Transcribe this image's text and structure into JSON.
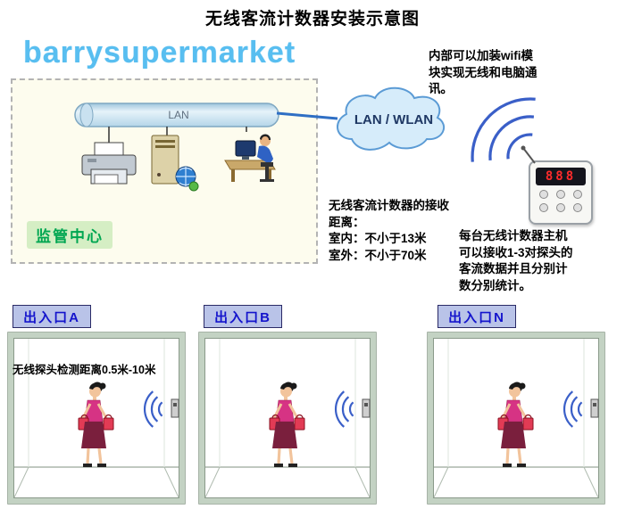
{
  "title": "无线客流计数器安装示意图",
  "watermark": "barrysupermarket",
  "diagram": {
    "lan_label": "LAN",
    "cloud_label": "LAN / WLAN",
    "monitor_center_label": "监管中心",
    "device_display": "888"
  },
  "notes": {
    "wifi_module": "内部可以加装wifi模\n块实现无线和电脑通\n讯。",
    "receive_distance": "无线客流计数器的接收\n距离：\n室内：不小于13米\n室外：不小于70米",
    "host_capacity": "每台无线计数器主机\n可以接收1-3对探头的\n客流数据并且分别计\n数分别统计。",
    "probe_distance": "无线探头检测距离0.5米-10米"
  },
  "entrances": [
    {
      "label": "出入口A"
    },
    {
      "label": "出入口B"
    },
    {
      "label": "出入口N"
    }
  ],
  "colors": {
    "watermark": "#58bef0",
    "entrance_text": "#1414cc",
    "entrance_bg": "#b9c3e8",
    "monitor_center_text": "#00a651",
    "wifi_arc": "#3a5fc8",
    "cloud_fill": "#d6ecfa",
    "cloud_stroke": "#5b9bd5",
    "device_digit": "#ff2b2b"
  }
}
